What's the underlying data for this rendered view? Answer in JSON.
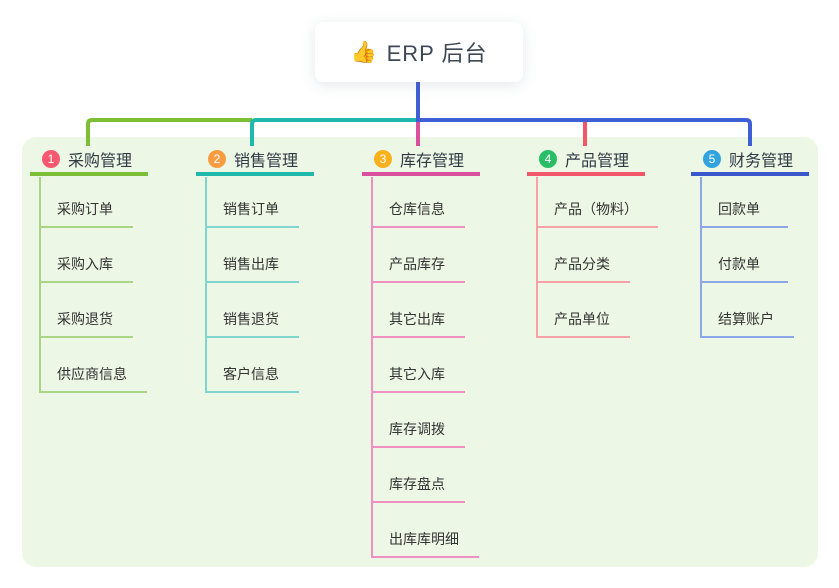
{
  "root": {
    "icon": "👍",
    "title": "ERP 后台"
  },
  "branches": [
    {
      "badge": "1",
      "title": "采购管理",
      "color": "#7cbe35",
      "line_light": "#a9d584",
      "badge_color": "#f8596e",
      "children": [
        "采购订单",
        "采购入库",
        "采购退货",
        "供应商信息"
      ]
    },
    {
      "badge": "2",
      "title": "销售管理",
      "color": "#1eb9ac",
      "line_light": "#7fd6cc",
      "badge_color": "#fa9d42",
      "children": [
        "销售订单",
        "销售出库",
        "销售退货",
        "客户信息"
      ]
    },
    {
      "badge": "3",
      "title": "库存管理",
      "color": "#d8509e",
      "line_light": "#f090c2",
      "badge_color": "#fbb11d",
      "children": [
        "仓库信息",
        "产品库存",
        "其它出库",
        "其它入库",
        "库存调拨",
        "库存盘点",
        "出库库明细"
      ]
    },
    {
      "badge": "4",
      "title": "产品管理",
      "color": "#f1566b",
      "line_light": "#f7a0a8",
      "badge_color": "#2abd68",
      "children": [
        "产品（物料）",
        "产品分类",
        "产品单位"
      ]
    },
    {
      "badge": "5",
      "title": "财务管理",
      "color": "#3a58cc",
      "line_light": "#8ca6e8",
      "badge_color": "#33a3df",
      "children": [
        "回款单",
        "付款单",
        "结算账户"
      ]
    }
  ],
  "canvas": {
    "panel_color": "#ecf7e5",
    "root_connector_color": "#415fd5"
  }
}
